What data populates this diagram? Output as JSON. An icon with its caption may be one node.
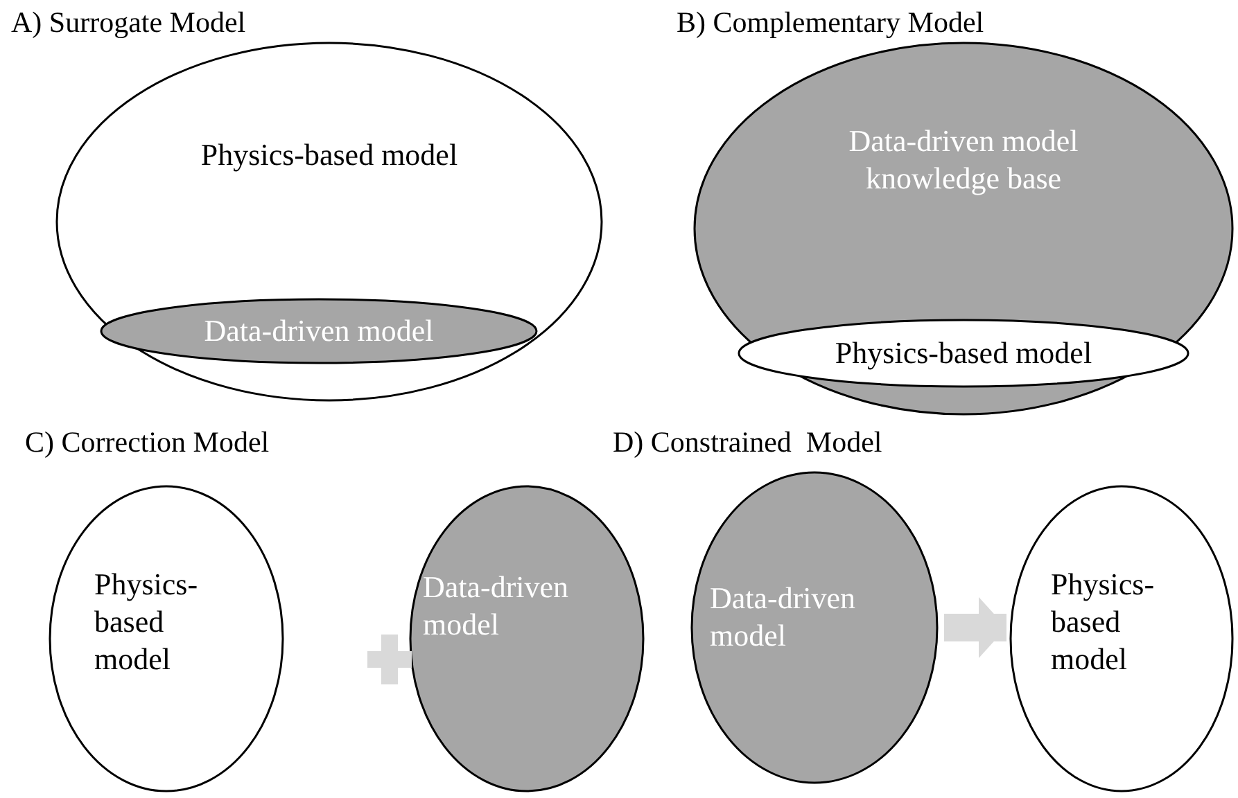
{
  "diagram": {
    "nodes": [
      {
        "text": [
          "Physics-based model"
        ]
      },
      {
        "text": [
          "Data-driven model"
        ],
        "in": 0
      },
      {
        "text": [
          "Data-driven model knowledge base"
        ]
      },
      {
        "text": [
          "Physics-based model"
        ],
        "in": 2
      },
      {
        "text": [
          "Physics- based model"
        ]
      },
      {
        "text": [
          "Data-driven model"
        ]
      },
      {
        "text": [
          "Data-driven model"
        ]
      },
      {
        "text": [
          "Physics- based model"
        ]
      }
    ],
    "edges": [
      {
        "from": 6,
        "to": 7,
        "arrow": "to",
        "color": "#d9d9d9"
      }
    ],
    "labels": [
      "A) Surrogate Model",
      "B) Complementary Model",
      "C) Correction Model",
      "D) Constrained  Model"
    ]
  }
}
